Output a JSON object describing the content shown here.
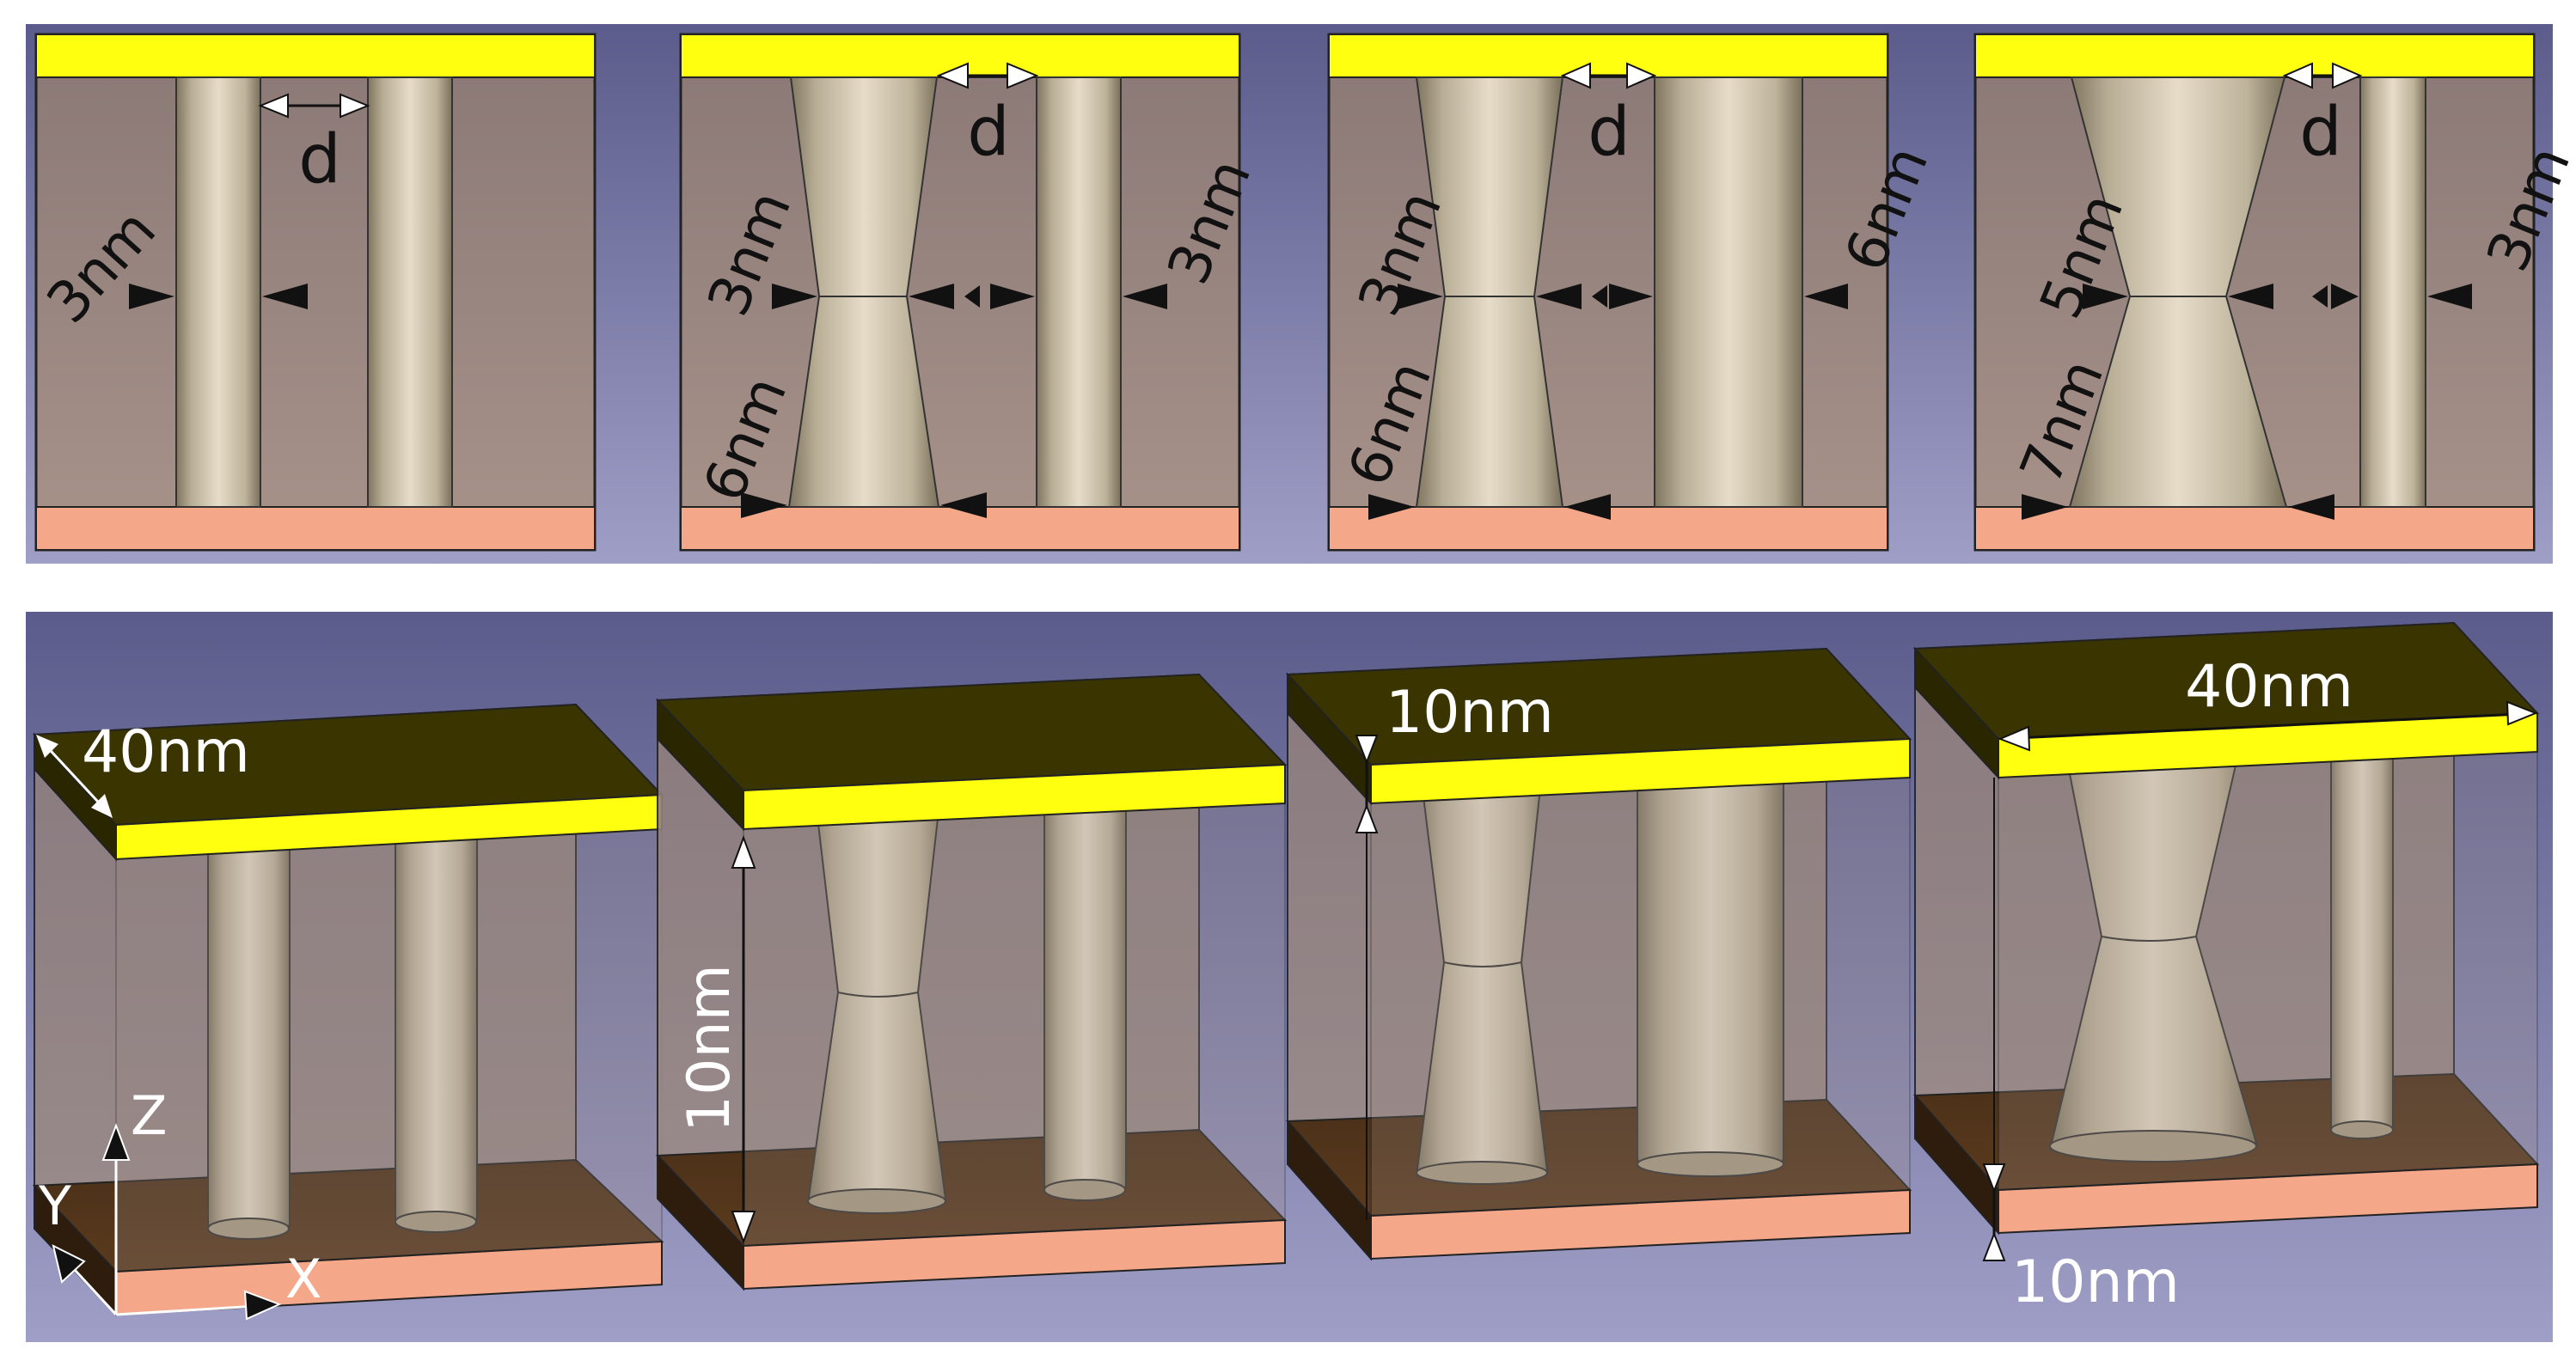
{
  "colors": {
    "background_top": "#5c5c8c",
    "background_bottom": "#9a9ac4",
    "chamber_top": "#8a7775",
    "chamber_bottom": "#a58f85",
    "top_electrode": "#ffff10",
    "bottom_electrode": "#f5a78a",
    "dark_top_face": "#3a3500",
    "substrate_face": "#3e2613",
    "pillar_light": "#ddd4bf",
    "pillar_dark": "#8a8065",
    "arrow_black": "#111111",
    "arrow_white": "#ffffff"
  },
  "top_row": [
    {
      "pillar_label": "3nm",
      "gap_label": "d",
      "right_label": ""
    },
    {
      "neck_label": "3nm",
      "base_label": "6nm",
      "gap_label": "d",
      "right_label": "3nm"
    },
    {
      "neck_label": "3nm",
      "base_label": "6nm",
      "gap_label": "d",
      "right_label": "6nm"
    },
    {
      "neck_label": "5nm",
      "base_label": "7nm",
      "gap_label": "d",
      "right_label": "3nm"
    }
  ],
  "bottom_row": {
    "depth_label": "40nm",
    "height_label": "10nm",
    "electrode_thickness_label": "10nm",
    "width_label": "40nm",
    "substrate_thickness_label": "10nm",
    "axes": {
      "z": "Z",
      "y": "Y",
      "x": "X"
    }
  }
}
